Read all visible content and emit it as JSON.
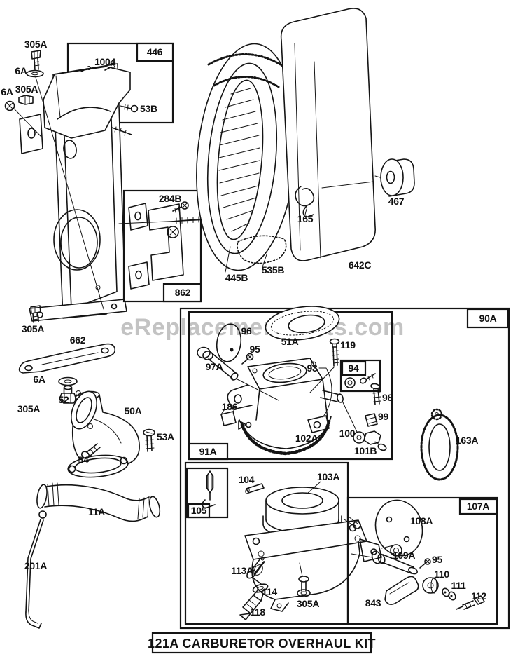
{
  "page": {
    "background": "#ffffff",
    "ink_color": "#141414",
    "watermark_color": "#c3c3c3"
  },
  "watermark": {
    "text": "eReplacementParts.com"
  },
  "kit_banner": {
    "text": "121A CARBURETOR OVERHAUL KIT"
  },
  "box_labels": {
    "box_446": "446",
    "box_862": "862",
    "box_90a": "90A",
    "box_91a": "91A",
    "box_94": "94",
    "box_105": "105",
    "box_107a": "107A"
  },
  "callouts": {
    "air_mount_bolt": "305A",
    "air_mount_washer": "6A",
    "stud_washer": "6A",
    "stud_nut": "305A",
    "bracket_1004": "1004",
    "screw_53b": "53B",
    "plate_bolt": "305A",
    "screw_284b": "284B",
    "filter_445b": "445B",
    "foam_535b": "535B",
    "clip_165": "165",
    "knob_467": "467",
    "cover_642c": "642C",
    "link_662": "662",
    "washer_6a_mid": "6A",
    "bolt_305a_mid": "305A",
    "gasket_52": "52",
    "elbow_50a": "50A",
    "screw_53a": "53A",
    "screw_54": "54",
    "hose_11a": "11A",
    "rod_201a": "201A",
    "diaphragm_96": "96",
    "gasket_51a": "51A",
    "screw_119": "119",
    "screw_95_upper": "95",
    "shaft_97a": "97A",
    "body_93": "93",
    "screw_98": "98",
    "spacer_99": "99",
    "fitting_100": "100",
    "fitting_101b": "101B",
    "choke_186": "186",
    "carb_upper_102a": "102A",
    "gasket_163a": "163A",
    "pin_104": "104",
    "carb_103a": "103A",
    "cover_108a": "108A",
    "shaft_109a": "109A",
    "screw_95_lower": "95",
    "washer_110": "110",
    "seals_111": "111",
    "needle_112": "112",
    "tube_843": "843",
    "needle_113a": "113A",
    "washer_114": "114",
    "bolt_305a_carb": "305A",
    "plug_118": "118"
  }
}
